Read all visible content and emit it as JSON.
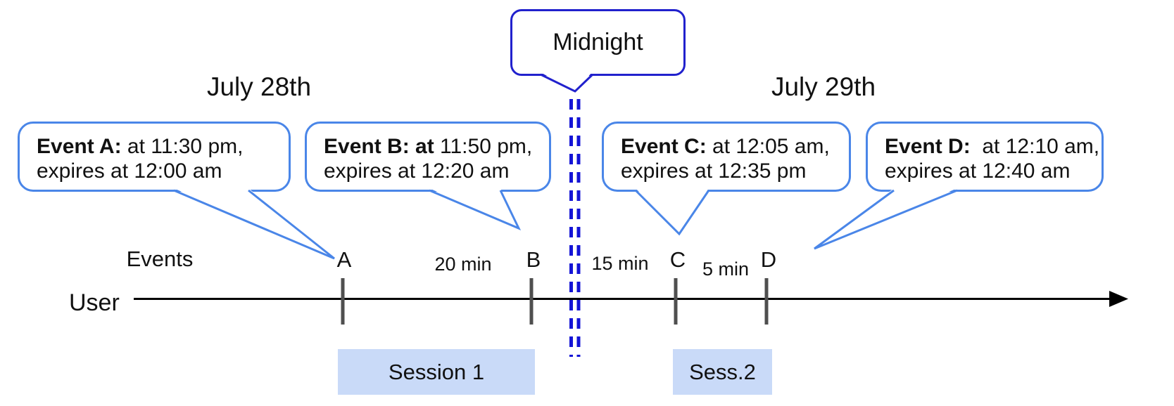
{
  "dates": {
    "left": "July 28th",
    "right": "July 29th"
  },
  "midnight": {
    "label": "Midnight"
  },
  "axis": {
    "events_label": "Events",
    "user_label": "User"
  },
  "events": [
    {
      "name": "A",
      "lead": "Event A:",
      "time": " at 11:30 pm,",
      "line2": "expires at 12:00 am"
    },
    {
      "name": "B",
      "lead": "Event B: at",
      "time": " 11:50 pm,",
      "line2": "expires at 12:20 am"
    },
    {
      "name": "C",
      "lead": "Event C:",
      "time": " at 12:05 am,",
      "line2": "expires at 12:35 pm"
    },
    {
      "name": "D",
      "lead": "Event D:",
      "time": "  at 12:10 am,",
      "line2": "expires at 12:40 am"
    }
  ],
  "timeline": {
    "ticks": [
      "A",
      "B",
      "C",
      "D"
    ],
    "gaps": [
      "20 min",
      "15 min",
      "5 min"
    ]
  },
  "sessions": [
    {
      "label": "Session 1"
    },
    {
      "label": "Sess.2"
    }
  ],
  "colors": {
    "event_border": "#4a86e8",
    "midnight_border": "#2121cd",
    "midnight_dash": "#1414d6",
    "session_fill": "#c9daf8",
    "tick_gray": "#4f4f4f",
    "timeline": "#000000"
  }
}
